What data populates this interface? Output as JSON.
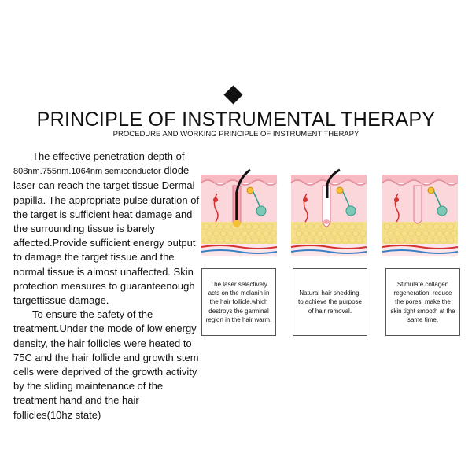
{
  "header": {
    "title": "PRINCIPLE OF INSTRUMENTAL THERAPY",
    "subtitle": "PROCEDURE AND WORKING PRINCIPLE OF INSTRUMENT THERAPY"
  },
  "body_text": {
    "p1_lead": "The effective penetration depth of",
    "p1_wavelengths": "808nm.755nm.1064nm semiconductor",
    "p1_rest": "diode laser can reach the target tissue Dermal papilla. The appropriate pulse duration of the target is sufficient heat damage and the surrounding tissue is barely affected.Provide sufficient energy output to damage the target tissue and the normal tissue is almost unaffected. Skin protection measures to guaranteenough targettissue damage.",
    "p2": "To ensure the safety of the treatment.Under the mode of low energy density, the hair follicles were heated to 75C and the hair follicle and growth stem cells were deprived of the growth activity by the sliding maintenance of the treatment hand and the hair follicles(10hz state)"
  },
  "captions": [
    "The laser selectively acts on the melanin in the hair follicle,which destroys the garminal region in the hair warm.",
    "Natural hair shedding, to achieve the purpose of hair removal.",
    "Stimulate collagen regeneration, reduce the pores, make the skin tight smooth at the same time."
  ],
  "colors": {
    "skin_top": "#f7b9c2",
    "skin_mid": "#fbd7dc",
    "fat": "#f6df8a",
    "vessel_red": "#d6322e",
    "vessel_blue": "#3b7fc4",
    "gland_teal": "#2f9c8a",
    "hair": "#111111",
    "laser": "#f2c232"
  }
}
